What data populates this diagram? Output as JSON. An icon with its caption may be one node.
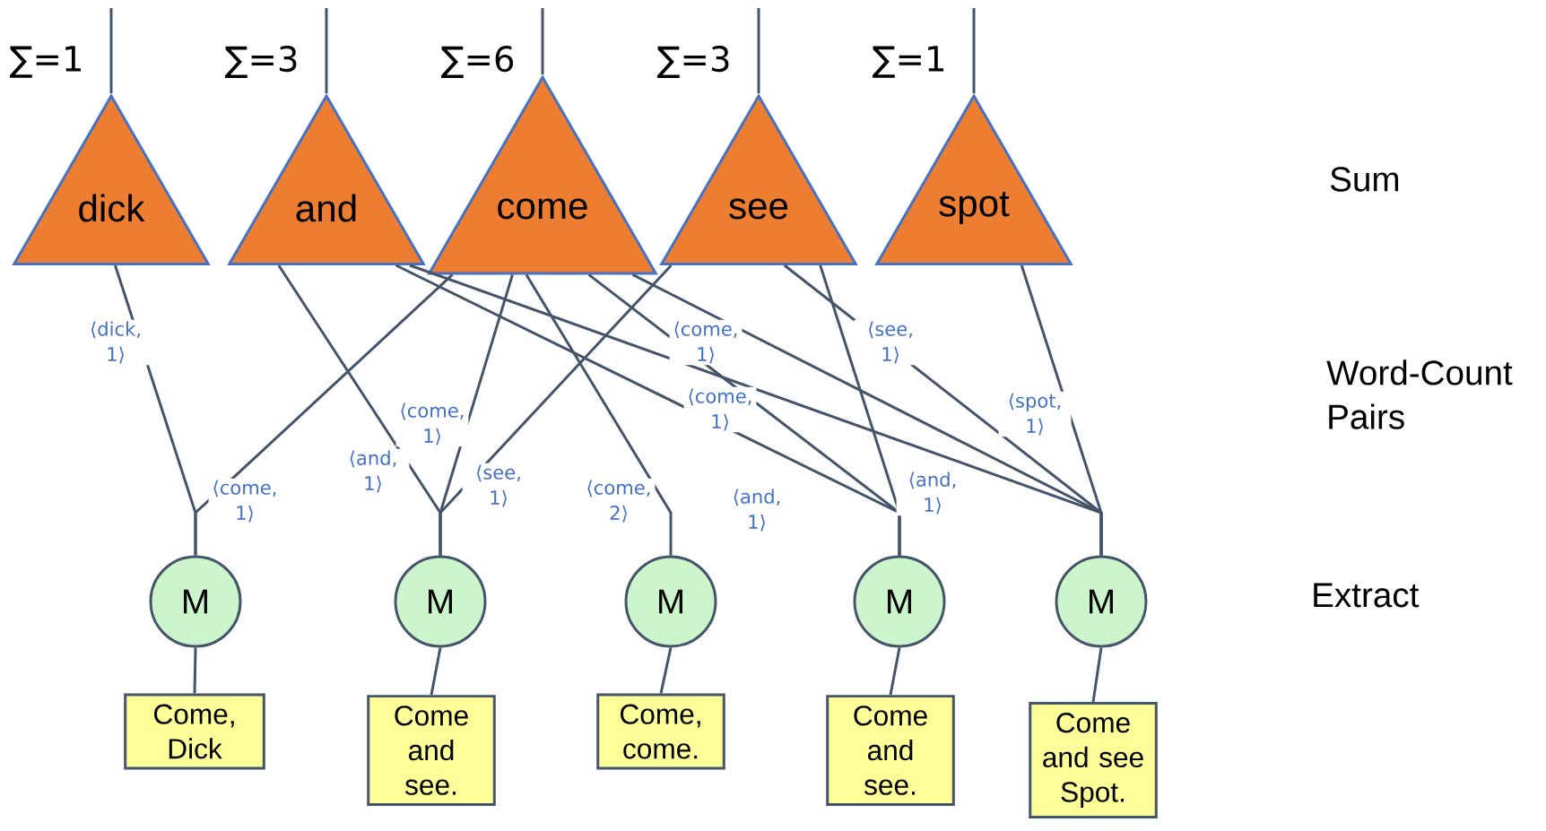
{
  "diagram": {
    "nodes": [
      {
        "text": [
          "dick"
        ],
        "beside": [
          "∑=1"
        ]
      },
      {
        "text": [
          "and"
        ],
        "beside": [
          "∑=3"
        ]
      },
      {
        "text": [
          "come"
        ],
        "beside": [
          "∑=6"
        ]
      },
      {
        "text": [
          "see"
        ],
        "beside": [
          "∑=3"
        ]
      },
      {
        "text": [
          "spot"
        ],
        "beside": [
          "∑=1"
        ]
      },
      {
        "text": [
          "M"
        ]
      },
      {
        "text": [
          "M"
        ]
      },
      {
        "text": [
          "M"
        ]
      },
      {
        "text": [
          "M"
        ]
      },
      {
        "text": [
          "M"
        ]
      },
      {
        "text": [
          "Come, Dick"
        ]
      },
      {
        "text": [
          "Come and see."
        ]
      },
      {
        "text": [
          "Come, come."
        ]
      },
      {
        "text": [
          "Come and see."
        ]
      },
      {
        "text": [
          "Come and see Spot."
        ]
      }
    ],
    "edges": [
      {
        "from": 5,
        "to": 0,
        "arrow": "none",
        "label": "⟨dick, 1⟩"
      },
      {
        "from": 5,
        "to": 2,
        "arrow": "none",
        "label": "⟨come, 1⟩"
      },
      {
        "from": 6,
        "to": 1,
        "arrow": "none",
        "label": "⟨and, 1⟩"
      },
      {
        "from": 6,
        "to": 2,
        "arrow": "none",
        "label": "⟨come, 1⟩"
      },
      {
        "from": 6,
        "to": 3,
        "arrow": "none",
        "label": "⟨see, 1⟩"
      },
      {
        "from": 7,
        "to": 2,
        "arrow": "none",
        "label": "⟨come, 2⟩"
      },
      {
        "from": 8,
        "to": 1,
        "arrow": "none",
        "label": "⟨and, 1⟩"
      },
      {
        "from": 8,
        "to": 2,
        "arrow": "none",
        "label": "⟨come, 1⟩"
      },
      {
        "from": 8,
        "to": 3,
        "arrow": "none",
        "label": "⟨see, 1⟩"
      },
      {
        "from": 9,
        "to": 1,
        "arrow": "none",
        "label": "⟨and, 1⟩"
      },
      {
        "from": 9,
        "to": 2,
        "arrow": "none",
        "label": "⟨come, 1⟩"
      },
      {
        "from": 9,
        "to": 3,
        "arrow": "none"
      },
      {
        "from": 9,
        "to": 4,
        "arrow": "none",
        "label": "⟨spot, 1⟩"
      },
      {
        "from": 10,
        "to": 5,
        "arrow": "none"
      },
      {
        "from": 11,
        "to": 6,
        "arrow": "none"
      },
      {
        "from": 12,
        "to": 7,
        "arrow": "none"
      },
      {
        "from": 13,
        "to": 8,
        "arrow": "none"
      },
      {
        "from": 14,
        "to": 9,
        "arrow": "none"
      },
      {
        "from": 0,
        "to": null,
        "arrow": "none"
      },
      {
        "from": 1,
        "to": null,
        "arrow": "none"
      },
      {
        "from": 2,
        "to": null,
        "arrow": "none"
      },
      {
        "from": 3,
        "to": null,
        "arrow": "none"
      },
      {
        "from": 4,
        "to": null,
        "arrow": "none"
      }
    ],
    "labels": [
      "Sum",
      "Word-Count Pairs",
      "Extract"
    ]
  }
}
